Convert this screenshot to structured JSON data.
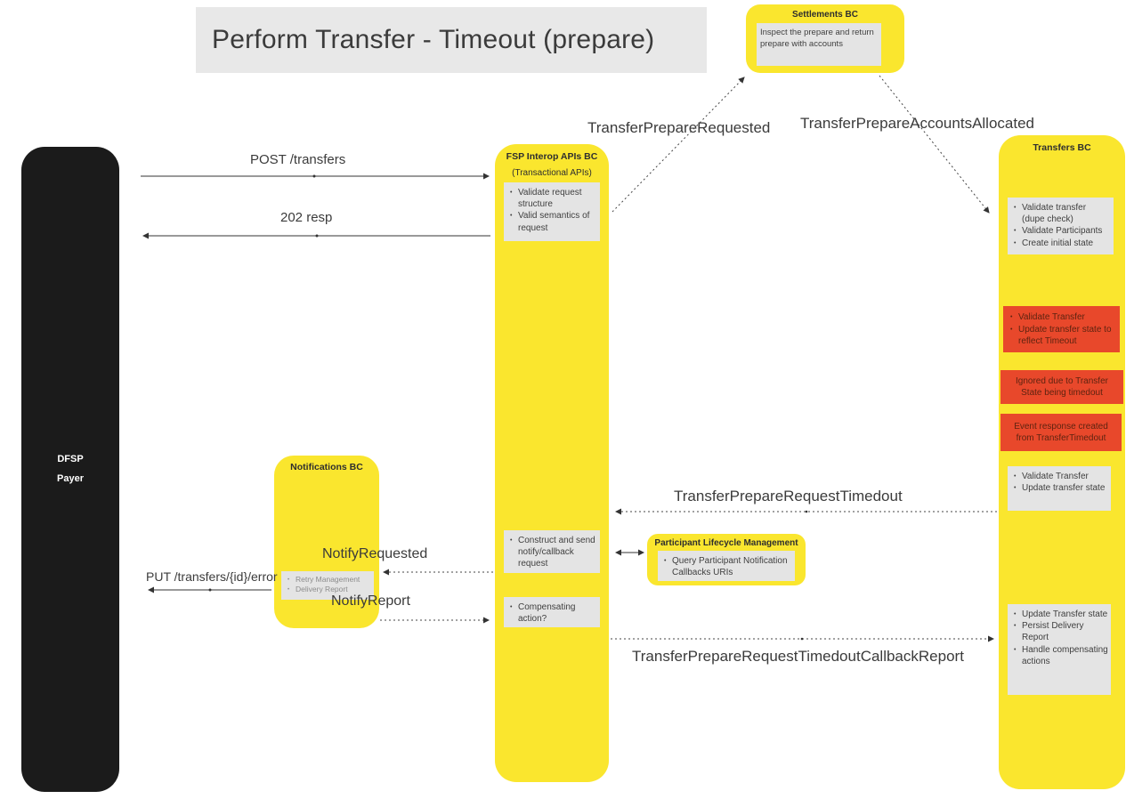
{
  "title": "Perform Transfer - Timeout (prepare)",
  "colors": {
    "lane_yellow": "#fae62e",
    "note_gray": "#e4e4e4",
    "alert_red": "#e8482b",
    "actor_black": "#1b1b1b",
    "title_bg": "#e8e8e8"
  },
  "actors": {
    "dfsp": {
      "name_line1": "DFSP",
      "name_line2": "Payer"
    },
    "notifications": {
      "title": "Notifications BC",
      "tasks": [
        "Retry Management",
        "Delivery Report"
      ]
    },
    "fsp_interop": {
      "title": "FSP Interop APIs BC",
      "subtitle": "(Transactional APIs)",
      "validate_tasks": [
        "Validate request structure",
        "Valid semantics of request"
      ],
      "notify_tasks": [
        "Construct and send notify/callback request"
      ],
      "compensate_tasks": [
        "Compensating action?"
      ]
    },
    "settlements": {
      "title": "Settlements BC",
      "note": "Inspect the prepare and return prepare with accounts"
    },
    "plm": {
      "title": "Participant Lifecycle Management",
      "tasks": [
        "Query Participant Notification Callbacks URIs"
      ]
    },
    "transfers": {
      "title": "Transfers BC",
      "initial_tasks": [
        "Validate transfer (dupe check)",
        "Validate Participants",
        "Create initial state"
      ],
      "timeout_tasks": [
        "Validate Transfer",
        "Update transfer state to reflect Timeout"
      ],
      "ignored_note": "Ignored due to Transfer State being timedout",
      "event_note": "Event response created from TransferTimedout",
      "validate_tasks": [
        "Validate Transfer",
        "Update transfer state"
      ],
      "final_tasks": [
        "Update Transfer state",
        "Persist Delivery Report",
        "Handle compensating actions"
      ]
    }
  },
  "messages": {
    "post_transfers": "POST /transfers",
    "resp_202": "202 resp",
    "prepare_requested": "TransferPrepareRequested",
    "accounts_allocated": "TransferPrepareAccountsAllocated",
    "request_timedout": "TransferPrepareRequestTimedout",
    "notify_requested": "NotifyRequested",
    "put_error": "PUT /transfers/{id}/error",
    "notify_report": "NotifyReport",
    "timedout_callback_report": "TransferPrepareRequestTimedoutCallbackReport"
  }
}
